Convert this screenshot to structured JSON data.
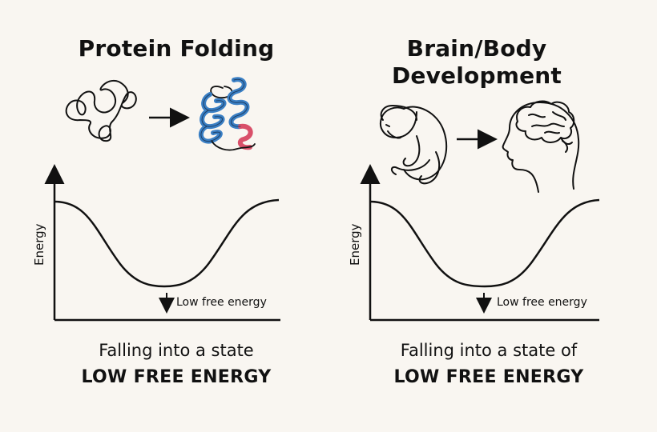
{
  "panels": [
    {
      "title": "Protein Folding",
      "y_axis_label": "Energy",
      "minimum_note": "Low free energy",
      "caption_line1": "Falling into a state",
      "caption_line2": "LOW FREE ENERGY",
      "icons": [
        "unfolded-protein-icon",
        "arrow-right-icon",
        "folded-protein-icon"
      ]
    },
    {
      "title_line1": "Brain/Body",
      "title_line2": "Development",
      "y_axis_label": "Energy",
      "minimum_note": "Low free energy",
      "caption_line1": "Falling into a state of",
      "caption_line2": "LOW FREE ENERGY",
      "icons": [
        "fetus-icon",
        "arrow-right-icon",
        "brain-head-icon"
      ]
    }
  ],
  "colors": {
    "background": "#f9f6f1",
    "ink": "#111111",
    "helix_blue": "#3a7fc4",
    "helix_red": "#d9506a"
  }
}
